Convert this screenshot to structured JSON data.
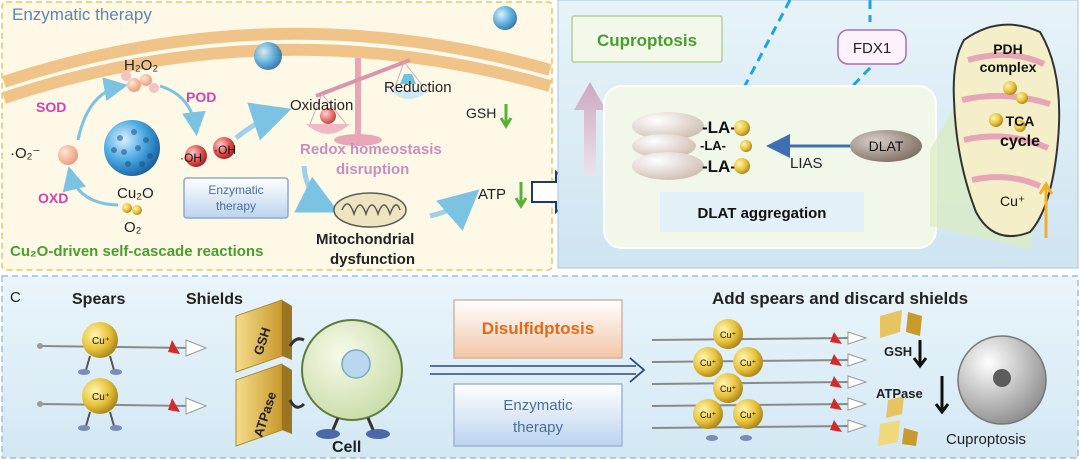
{
  "panel_a": {
    "title": "Enzymatic therapy",
    "h2o2": "H₂O₂",
    "sod": "SOD",
    "pod": "POD",
    "superoxide": "·O₂⁻",
    "oxd": "OXD",
    "cu2o": "Cu₂O",
    "o2": "O₂",
    "oh1": "·OH",
    "oh2": "·OH",
    "caption": "Cu₂O-driven self-cascade reactions",
    "enzymatic_box_line1": "Enzymatic",
    "enzymatic_box_line2": "therapy",
    "oxidation": "Oxidation",
    "reduction": "Reduction",
    "gsh": "GSH",
    "redox_line1": "Redox homeostasis",
    "redox_line2": "disruption",
    "atp": "ATP",
    "mito_line1": "Mitochondrial",
    "mito_line2": "dysfunction"
  },
  "panel_b": {
    "cuproptosis": "Cuproptosis",
    "fdx1": "FDX1",
    "la1": "-LA-",
    "la2": "-LA-",
    "la3": "-LA-",
    "lias": "LIAS",
    "dlat": "DLAT",
    "dlat_aggregation": "DLAT aggregation",
    "pdh_line1": "PDH",
    "pdh_line2": "complex",
    "tca_line1": "TCA",
    "tca_line2": "cycle",
    "cu_plus": "Cu⁺"
  },
  "panel_c": {
    "label": "C",
    "spears": "Spears",
    "shields": "Shields",
    "gsh": "GSH",
    "atpase": "ATPase",
    "cell": "Cell",
    "cu_badge": "Cu⁺",
    "disulfidptosis": "Disulfidptosis",
    "enzymatic_line1": "Enzymatic",
    "enzymatic_line2": "therapy",
    "add_spears": "Add spears and discard shields",
    "gsh_right": "GSH",
    "atpase_right": "ATPase",
    "cuproptosis": "Cuproptosis"
  },
  "colors": {
    "panel_a_bg": "#fdf9e6",
    "panel_b_bg": "#dceef7",
    "panel_c_bg": "#e4f1f9",
    "magenta": "#d63fb3",
    "green": "#4a9e2e",
    "cyan_dash": "#1ca7d8"
  }
}
